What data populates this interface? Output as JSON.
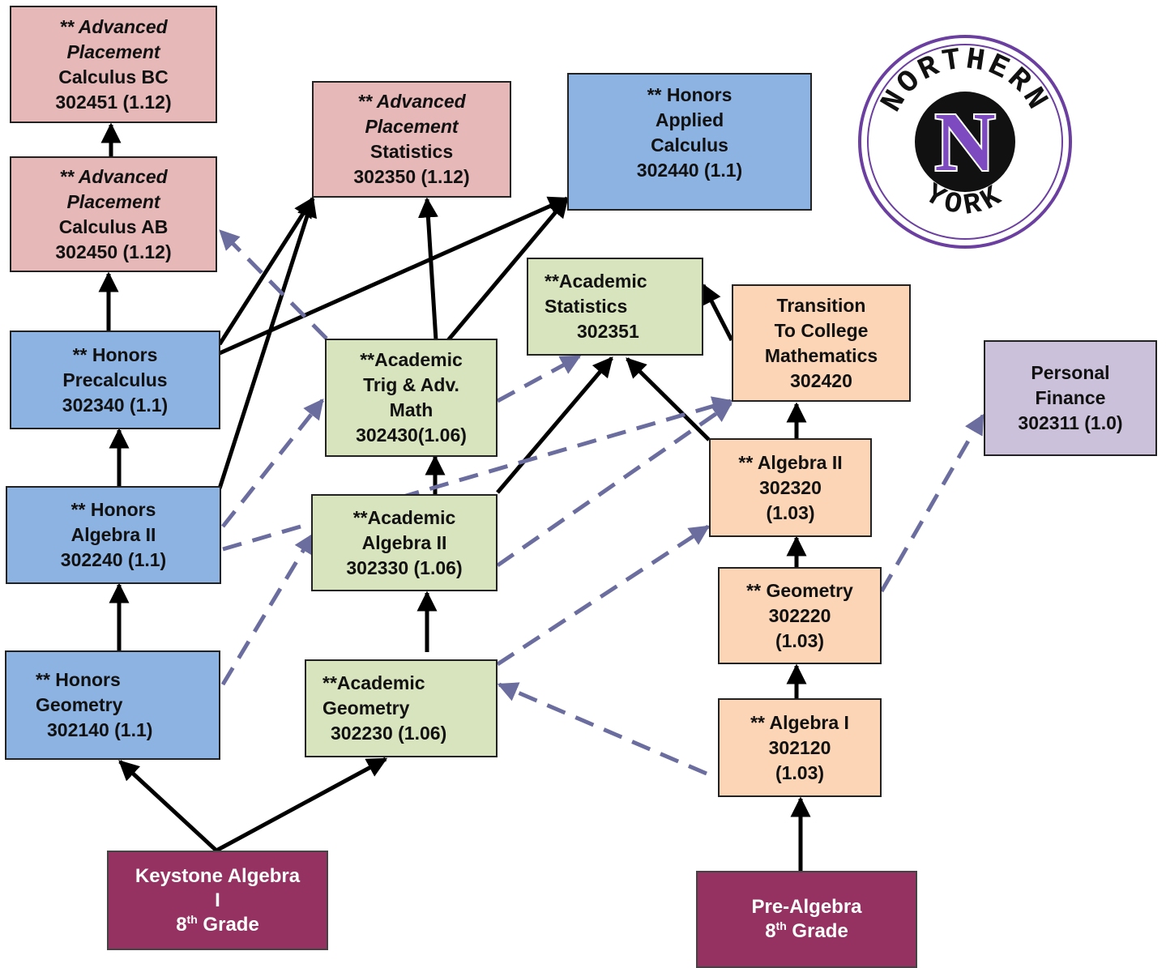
{
  "courses": {
    "ap_calc_bc": {
      "lines": [
        "** Advanced",
        "Placement",
        "Calculus BC",
        "302451 (1.12)"
      ]
    },
    "ap_calc_ab": {
      "lines": [
        "** Advanced",
        "Placement",
        "Calculus AB",
        "302450 (1.12)"
      ]
    },
    "ap_stats": {
      "lines": [
        "** Advanced",
        "Placement",
        "Statistics",
        "302350 (1.12)"
      ]
    },
    "hon_applied_calc": {
      "lines": [
        "** Honors",
        "Applied",
        "Calculus",
        "302440 (1.1)"
      ]
    },
    "hon_precalc": {
      "lines": [
        "** Honors",
        "Precalculus",
        "302340 (1.1)"
      ]
    },
    "acad_trig": {
      "lines": [
        "**Academic",
        "Trig & Adv.",
        "Math",
        "302430(1.06)"
      ]
    },
    "acad_stats": {
      "lines": [
        "**Academic",
        "Statistics",
        "302351"
      ]
    },
    "transition": {
      "lines": [
        "Transition",
        "To College",
        "Mathematics",
        "302420"
      ]
    },
    "personal_fin": {
      "lines": [
        "Personal",
        "Finance",
        "302311 (1.0)"
      ]
    },
    "hon_alg2": {
      "lines": [
        "** Honors",
        "Algebra II",
        "302240 (1.1)"
      ]
    },
    "acad_alg2": {
      "lines": [
        "**Academic",
        "Algebra II",
        "302330 (1.06)"
      ]
    },
    "alg2": {
      "lines": [
        "** Algebra II",
        "302320",
        "(1.03)"
      ]
    },
    "geometry": {
      "lines": [
        "** Geometry",
        "302220",
        "(1.03)"
      ]
    },
    "hon_geom": {
      "lines": [
        "** Honors",
        "Geometry",
        "302140 (1.1)"
      ]
    },
    "acad_geom": {
      "lines": [
        "**Academic",
        "Geometry",
        "302230 (1.06)"
      ]
    },
    "alg1": {
      "lines": [
        "** Algebra I",
        "302120",
        "(1.03)"
      ]
    },
    "keystone": {
      "line1": "Keystone Algebra",
      "line2": "I",
      "grade_num": "8",
      "grade_sup": "th",
      "grade_word": " Grade"
    },
    "prealgebra": {
      "line1": "Pre-Algebra",
      "grade_num": "8",
      "grade_sup": "th",
      "grade_word": " Grade"
    }
  },
  "logo": {
    "top_text": "NORTHERN",
    "bottom_text": "YORK",
    "letter": "N"
  },
  "colors": {
    "advanced_placement": "#e6b8b8",
    "honors": "#8db3e2",
    "academic": "#d7e4bd",
    "standard": "#fbd5b5",
    "elective": "#ccc1da",
    "eighth_grade": "#953262",
    "solid_arrow": "#000000",
    "dashed_arrow": "#6b6d9e",
    "logo_purple": "#6b3fa0"
  }
}
